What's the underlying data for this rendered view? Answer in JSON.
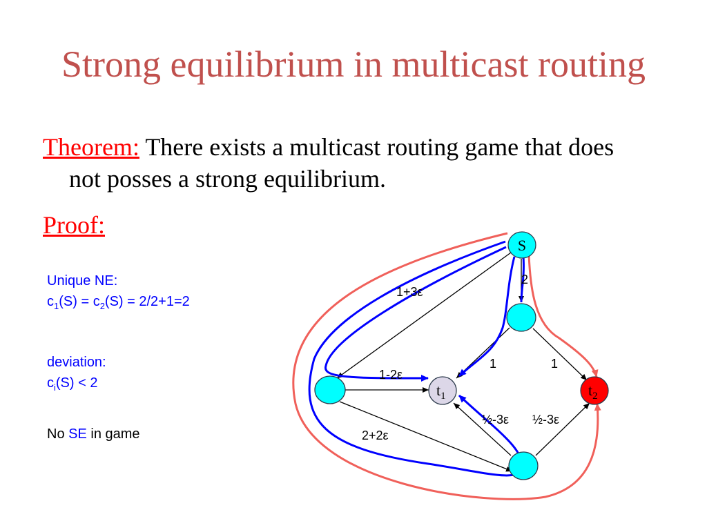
{
  "title": "Strong equilibrium in multicast routing",
  "theorem": {
    "label": "Theorem:",
    "line1": "There exists a multicast routing game that does",
    "line2": "not posses a strong equilibrium."
  },
  "proof_label": "Proof:",
  "notes": {
    "unique_ne": "Unique NE:",
    "c1": "c",
    "c1_sub": "1",
    "c1_mid": "(S) = c",
    "c2_sub": "2",
    "c_eq_tail": "(S) = 2/2+1=2",
    "deviation": "deviation:",
    "ci": "c",
    "ci_sub": "i",
    "ci_tail": "(S) < 2",
    "no": "No ",
    "se": "SE",
    "in_game": " in game"
  },
  "graph": {
    "nodes": {
      "s": "S",
      "t1": "t",
      "t1_sub": "1",
      "t2": "t",
      "t2_sub": "2"
    },
    "edge_labels": {
      "s_to_mid": "2",
      "s_to_left": "1+3ε",
      "left_to_t1": "1-2ε",
      "mid_to_t1": "1",
      "mid_to_t2": "1",
      "bottom_to_t1": "½-3ε",
      "bottom_to_t2": "½-3ε",
      "left_to_bottom": "2+2ε"
    },
    "colors": {
      "cyan_node": "#00ffff",
      "t1_fill": "#dcd7e8",
      "t2_fill": "#ff0000",
      "blue_path": "#0000ff",
      "red_path": "#f0605a"
    }
  }
}
